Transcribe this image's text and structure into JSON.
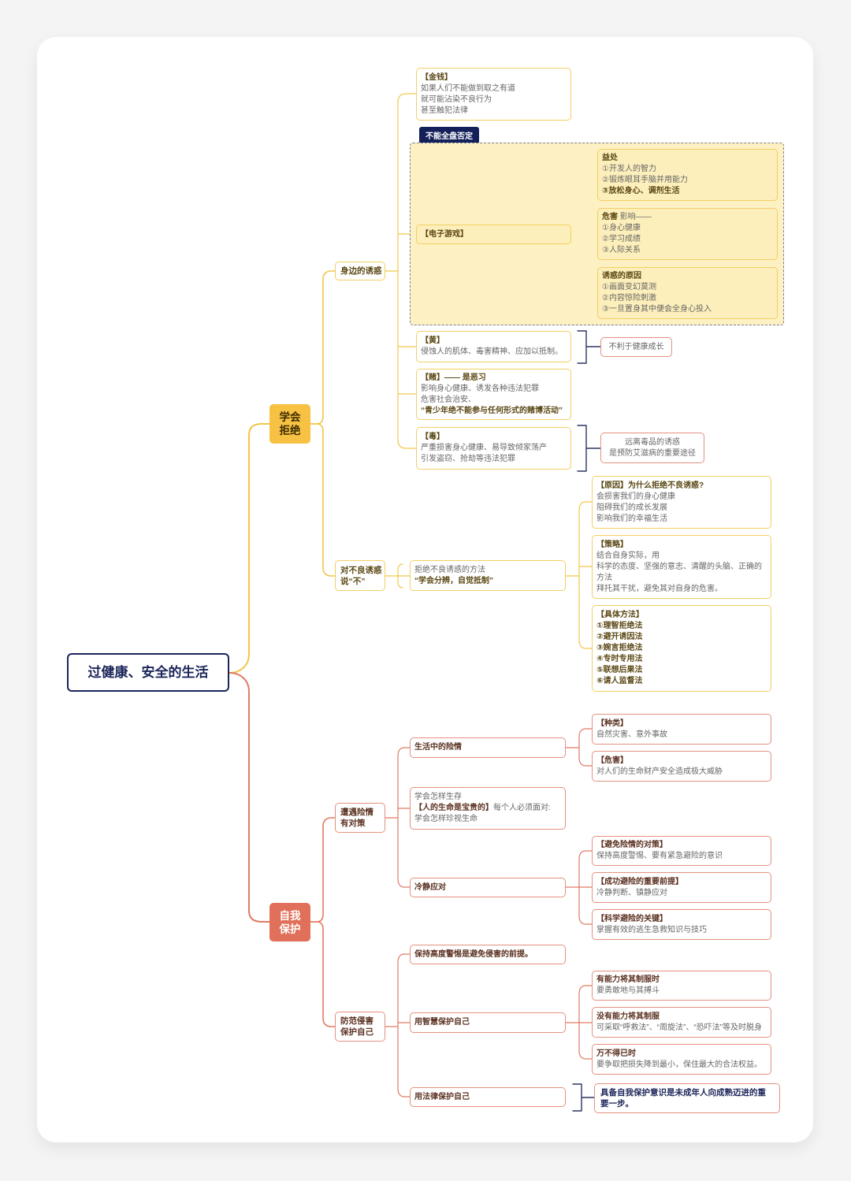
{
  "colors": {
    "yellow": "#f5c542",
    "red": "#e07059",
    "navy": "#1b2559"
  },
  "root": {
    "title": "过健康、安全的生活"
  },
  "refuse": {
    "label": [
      "学会",
      "拒绝"
    ],
    "temptations": {
      "label": "身边的诱惑",
      "money": {
        "title": "【金钱】",
        "lines": [
          "如果人们不能做到取之有道",
          "就可能沾染不良行为",
          "甚至触犯法律"
        ]
      },
      "games": {
        "tag": "不能全盘否定",
        "label": "【电子游戏】",
        "benefits": {
          "title": "益处",
          "lines": [
            "①开发人的智力",
            "②锻炼眼耳手脑并用能力"
          ],
          "emphasis": "③放松身心、调剂生活"
        },
        "harms": {
          "title": "危害",
          "suffix": " 影响——",
          "lines": [
            "①身心健康",
            "②学习成绩",
            "③人际关系"
          ]
        },
        "reasons": {
          "title": "诱惑的原因",
          "lines": [
            "①画面变幻莫测",
            "②内容惊险刺激",
            "③一旦置身其中便会全身心投入"
          ]
        }
      },
      "porn": {
        "title": "【黄】",
        "lines": [
          "侵蚀人的肌体、毒害精神、应加以抵制。"
        ],
        "note": "不利于健康成长"
      },
      "gambling": {
        "title": "【赌】—— 是恶习",
        "lines": [
          "影响身心健康、诱发各种违法犯罪",
          "危害社会治安、"
        ],
        "emphasis": "“青少年绝不能参与任何形式的赌博活动”"
      },
      "drugs": {
        "title": "【毒】",
        "lines": [
          "严重损害身心健康、易导致倾家荡产",
          "引发盗窃、抢劫等违法犯罪"
        ],
        "note": [
          "远离毒品的诱惑",
          "是预防艾滋病的重要途径"
        ]
      }
    },
    "say_no": {
      "label": [
        "对不良诱惑",
        "说“不”"
      ],
      "method": {
        "line": "拒绝不良诱惑的方法",
        "emphasis": "“学会分辨，自觉抵制”"
      },
      "reason": {
        "title": "【原因】为什么拒绝不良诱惑?",
        "lines": [
          "会损害我们的身心健康",
          "阻碍我们的成长发展",
          "影响我们的幸福生活"
        ]
      },
      "strategy": {
        "title": "【策略】",
        "lines": [
          "结合自身实际，用",
          "科学的态度、坚强的意志、清醒的头脑、正确的",
          "方法",
          "拜托其干扰，避免其对自身的危害。"
        ]
      },
      "methods": {
        "title": "【具体方法】",
        "items": [
          "①理智拒绝法",
          "②避开诱因法",
          "③婉言拒绝法",
          "④专时专用法",
          "⑤联想后果法",
          "⑥请人监督法"
        ]
      }
    }
  },
  "protect": {
    "label": [
      "自我",
      "保护"
    ],
    "danger": {
      "label": [
        "遭遇险情",
        "有对策"
      ],
      "life_danger": {
        "label": "生活中的险情",
        "types": {
          "title": "【种类】",
          "line": "自然灾害、意外事故"
        },
        "harm": {
          "title": "【危害】",
          "line": "对人们的生命财产安全造成极大威胁"
        }
      },
      "survive": {
        "line1": "学会怎样生存",
        "bold": "【人的生命是宝贵的】",
        "rest": "每个人必须面对:",
        "line3": "学会怎样珍视生命"
      },
      "calm": {
        "label": "冷静应对",
        "avoid": {
          "title": "【避免险情的对策】",
          "line": "保持高度警惕、要有紧急避险的意识"
        },
        "premise": {
          "title": "【成功避险的重要前提】",
          "line": "冷静判断、镇静应对"
        },
        "key": {
          "title": "【科学避险的关键】",
          "line": "掌握有效的逃生急救知识与技巧"
        }
      }
    },
    "prevent": {
      "label": [
        "防范侵害",
        "保护自己"
      ],
      "vigilance": "保持高度警惕是避免侵害的前提。",
      "wisdom": {
        "label": "用智慧保护自己",
        "able": {
          "title": "有能力将其制服时",
          "line": "要勇敢地与其搏斗"
        },
        "unable": {
          "title": "没有能力将其制服",
          "line": "可采取“呼救法”、“周旋法”、“恐吓法”等及时脱身"
        },
        "last_resort": {
          "title": "万不得已时",
          "line": "要争取把损失降到最小，保住最大的合法权益。"
        }
      },
      "law": {
        "label": "用法律保护自己",
        "note": "具备自我保护意识是未成年人向成熟迈进的重要一步。"
      }
    }
  }
}
